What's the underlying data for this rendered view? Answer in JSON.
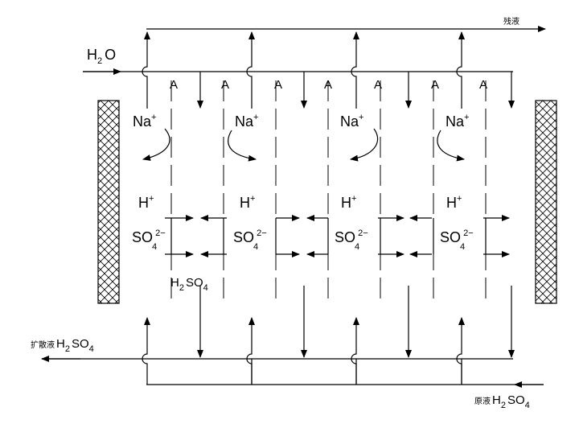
{
  "labels": {
    "h2o_main": "H",
    "h2o_sub": "2",
    "h2o_tail": "O",
    "waste_liquid": "残液",
    "membrane_a": "A",
    "na": "Na",
    "na_sup": "+",
    "h": "H",
    "h_sup": "+",
    "so4": "SO",
    "so4_sub": "4",
    "so4_sup": "2−",
    "h2so4_h": "H",
    "h2so4_2": "2",
    "h2so4_so": "SO",
    "h2so4_4": "4",
    "diffusate_prefix": "扩散液",
    "diffusate_h": "H",
    "diffusate_2": "2",
    "diffusate_so": "SO",
    "diffusate_4": "4",
    "feed_prefix": "原液",
    "feed_h": "H",
    "feed_2": "2",
    "feed_so": "SO",
    "feed_4": "4"
  },
  "membranes": {
    "count": 7,
    "label": "A"
  },
  "compartments": {
    "count": 4
  },
  "colors": {
    "line": "#000000",
    "background": "#ffffff"
  }
}
